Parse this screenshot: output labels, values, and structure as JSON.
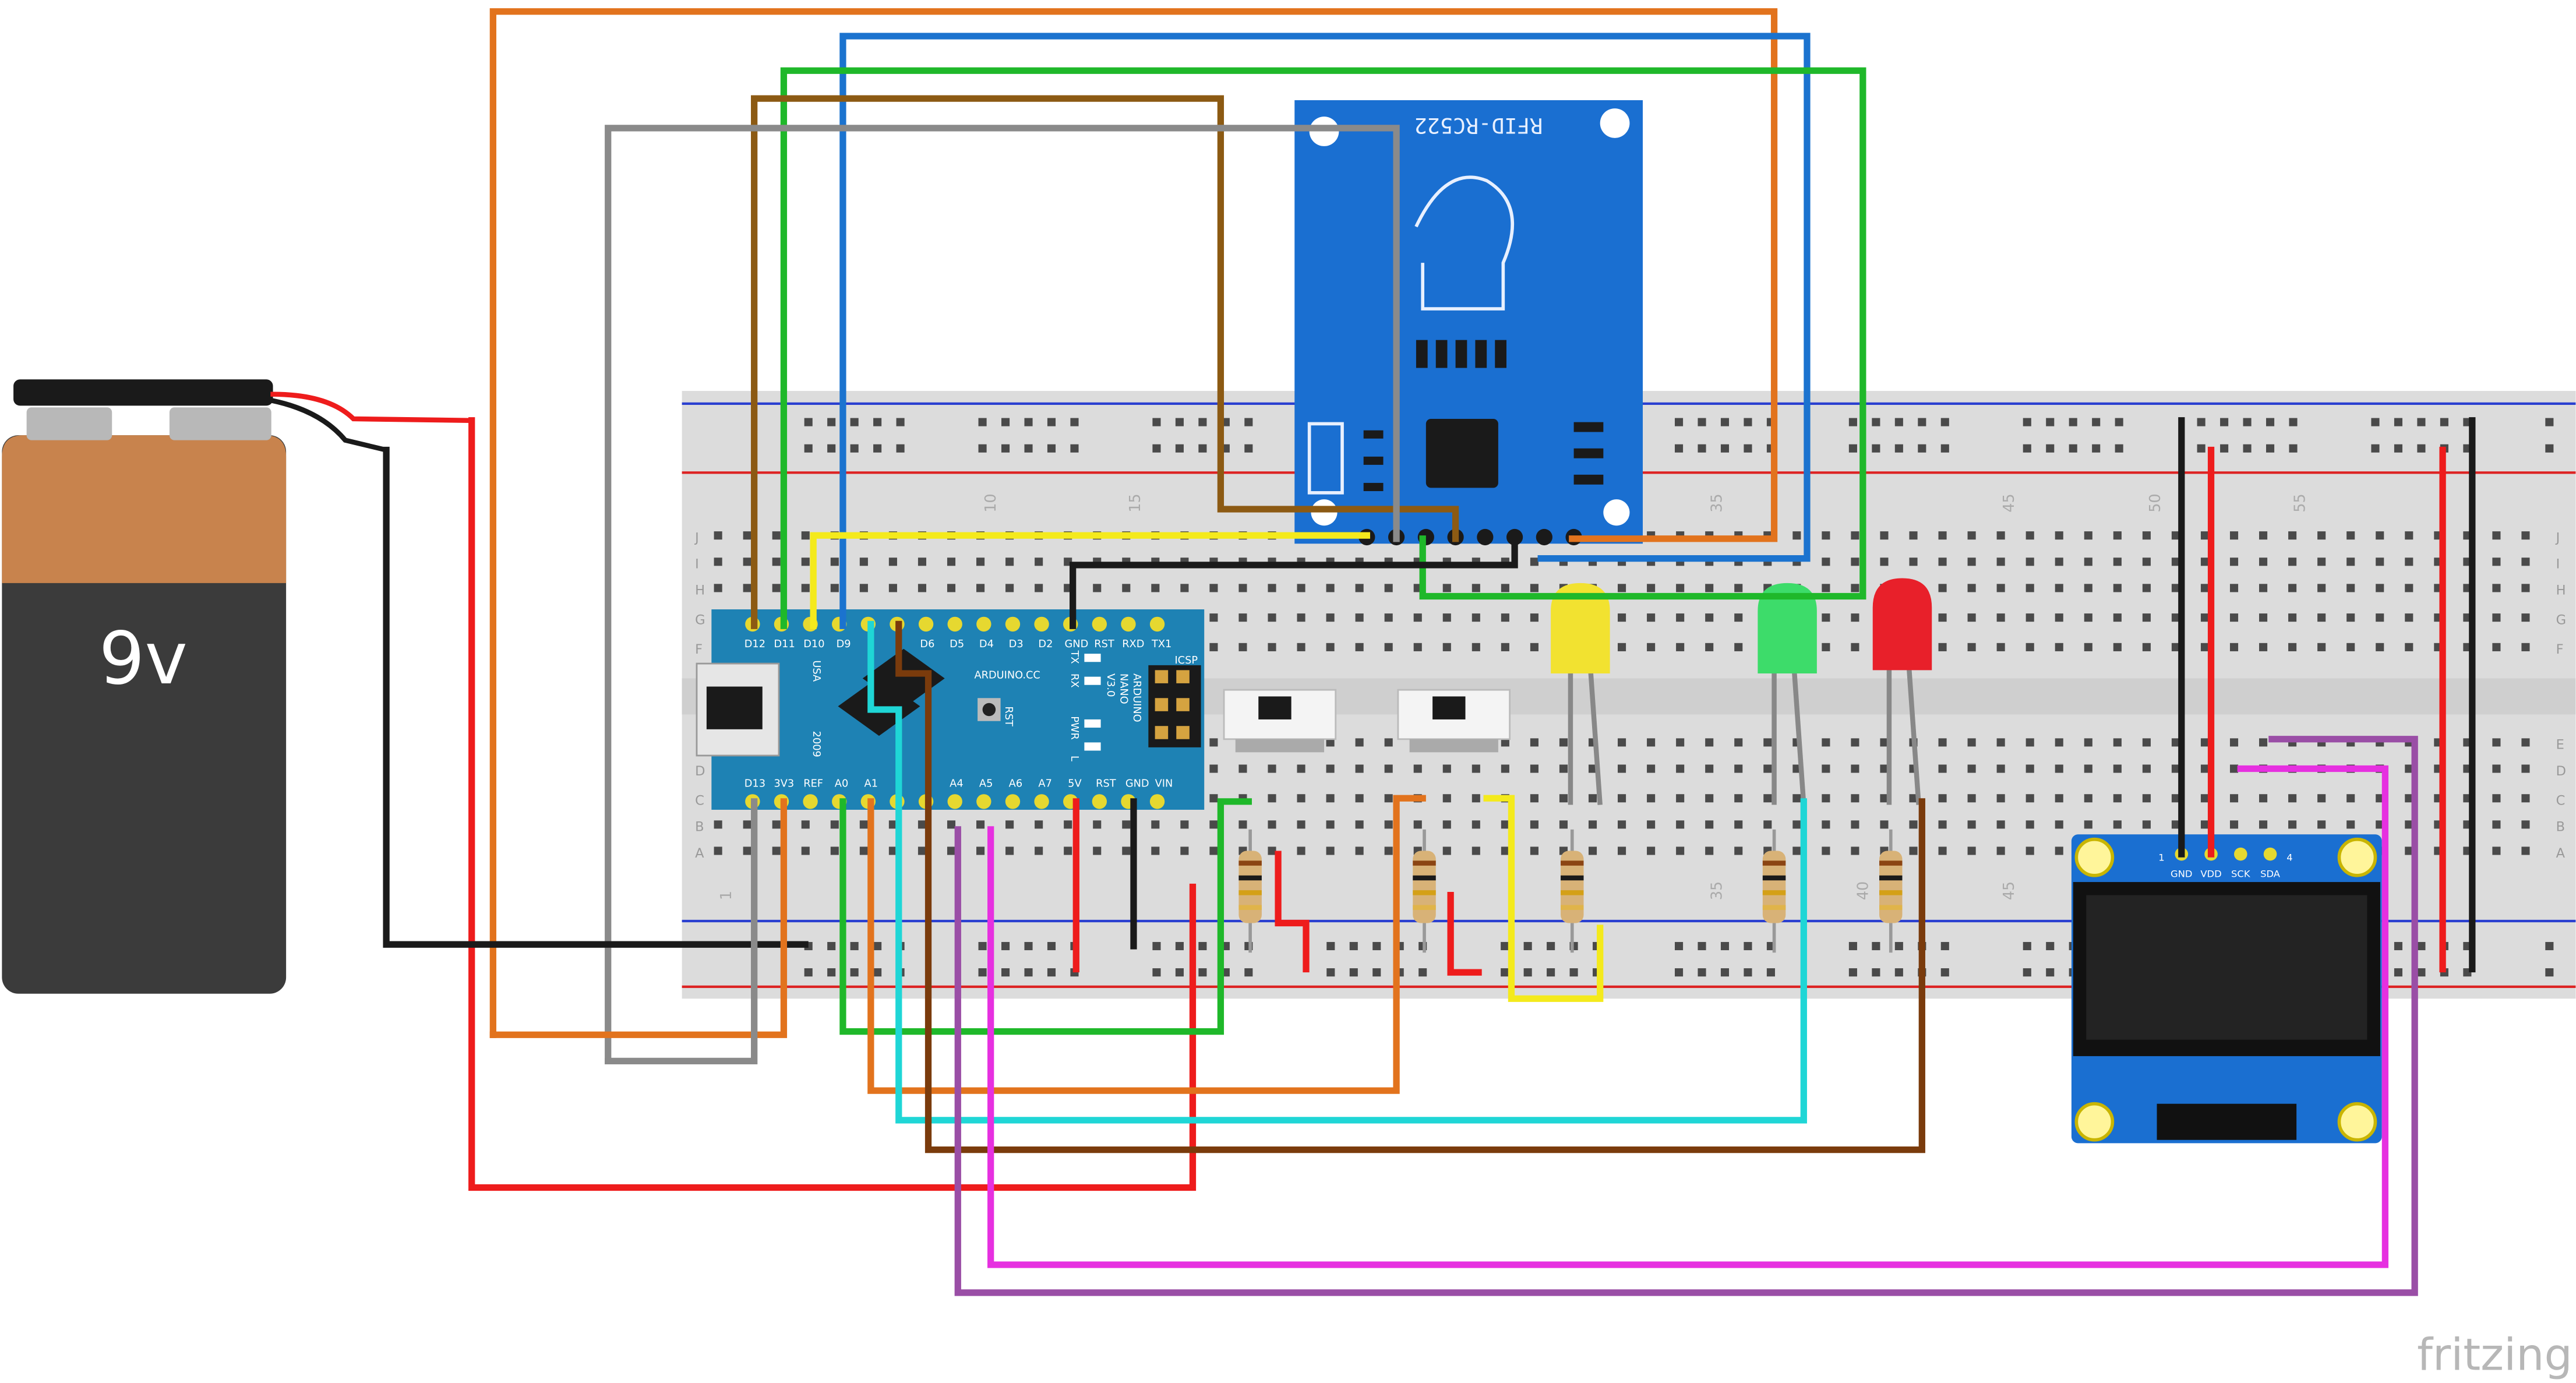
{
  "battery": {
    "label": "9v"
  },
  "rfid": {
    "label": "RFID-RC522"
  },
  "arduino": {
    "top_pins": [
      "D12",
      "D11",
      "D10",
      "D9",
      "",
      "D6",
      "D5",
      "D4",
      "D3",
      "D2",
      "GND",
      "RST",
      "RXD",
      "TX1"
    ],
    "bottom_pins": [
      "D13",
      "3V3",
      "REF",
      "A0",
      "A1",
      "",
      "A4",
      "A5",
      "A6",
      "A7",
      "5V",
      "RST",
      "GND",
      "VIN"
    ],
    "usa": "USA",
    "year": "2009",
    "url": "ARDUINO.CC",
    "title_lines": [
      "ARDUINO",
      "NANO",
      "V3.0"
    ],
    "leds": [
      "TX",
      "RX",
      "PWR",
      "L"
    ],
    "rst": "RST",
    "icsp": "ICSP"
  },
  "oled": {
    "pins": [
      "GND",
      "VDD",
      "SCK",
      "SDA"
    ],
    "pin_first": "1",
    "pin_last": "4"
  },
  "breadboard": {
    "rows_right": [
      "J",
      "I",
      "H",
      "G",
      "F",
      "E",
      "D",
      "C",
      "B",
      "A"
    ],
    "top_numbers": [
      "10",
      "15",
      "35",
      "45",
      "50",
      "55"
    ],
    "bottom_numbers": [
      "1",
      "35",
      "40",
      "45"
    ]
  },
  "leds": [
    {
      "name": "yellow",
      "color": "#f2e230"
    },
    {
      "name": "green",
      "color": "#3ddc6a"
    },
    {
      "name": "red",
      "color": "#e8202a"
    }
  ],
  "watermark": "fritzing",
  "colors": {
    "orange": "#e2731d",
    "blue": "#1b73cf",
    "green": "#1fb82a",
    "brown": "#8c5a13",
    "gray": "#8a8a8a",
    "yellow": "#f4ea1c",
    "black": "#1a1a1a",
    "red": "#ee1c1c",
    "cyan": "#1fd6d6",
    "darkbrown": "#7a3b0c",
    "magenta": "#e630e0",
    "purple": "#9a4ea6"
  }
}
